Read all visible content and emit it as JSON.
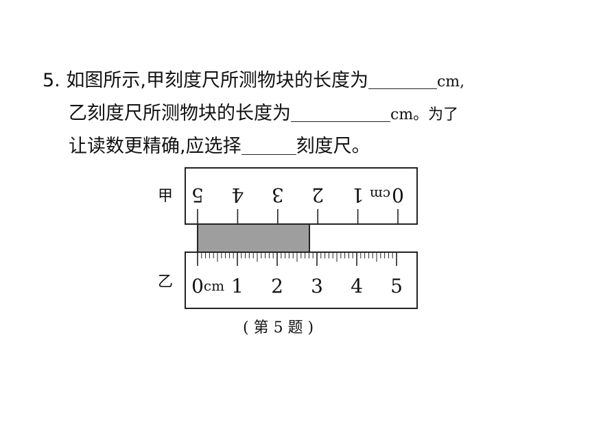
{
  "problem": {
    "number": "5.",
    "line1": "如图所示,甲刻度尺所测物块的长度为",
    "line1_unit": "cm,",
    "line2": "乙刻度尺所测物块的长度为",
    "line2_unit": "cm。为了",
    "line3_a": "让读数更精确,应选择",
    "line3_b": "刻度尺。"
  },
  "figure": {
    "ruler_jia": {
      "label": "甲",
      "unit": "cm",
      "ticks": [
        "0",
        "1",
        "2",
        "3",
        "4",
        "5"
      ],
      "orientation": "upside-down"
    },
    "ruler_yi": {
      "label": "乙",
      "unit": "cm",
      "ticks": [
        "0",
        "1",
        "2",
        "3",
        "4",
        "5"
      ],
      "minor_divisions_per_cm": 10
    },
    "block_color": "#9e9e9e",
    "caption": "( 第 5 题 )"
  }
}
